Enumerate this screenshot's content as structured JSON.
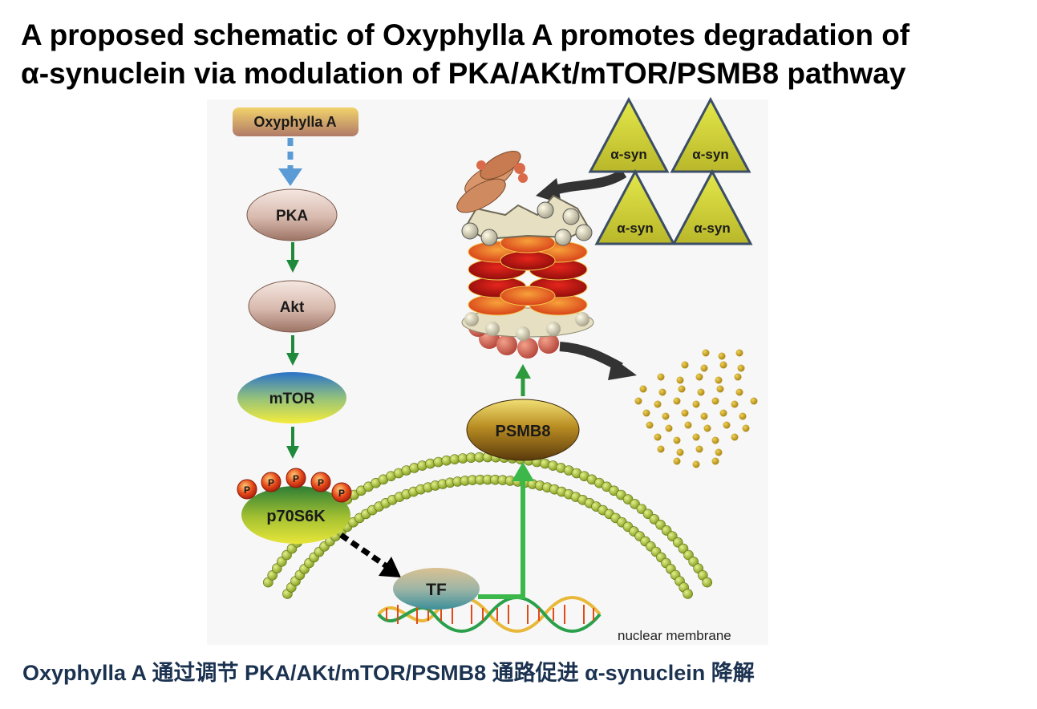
{
  "title": {
    "line1": "A proposed schematic of Oxyphylla A promotes degradation of",
    "line2": "α-synuclein via modulation of PKA/AKt/mTOR/PSMB8 pathway"
  },
  "diagram": {
    "nodes": {
      "oxyphylla": "Oxyphylla A",
      "pka": "PKA",
      "akt": "Akt",
      "mtor": "mTOR",
      "p70s6k": "p70S6K",
      "phospho": "P",
      "tf": "TF",
      "psmb8": "PSMB8",
      "asyn": "α-syn"
    },
    "membrane_label": "nuclear membrane"
  },
  "caption": "Oxyphylla A 通过调节 PKA/AKt/mTOR/PSMB8 通路促进 α-synuclein 降解",
  "colors": {
    "title": "#000000",
    "caption": "#1b3250",
    "arrow_green": "#1f8a3c",
    "arrow_bright_green": "#3cb84a",
    "arrow_blue": "#5b9bd5",
    "triangle_fill": "#c9cc2a",
    "membrane_bead": "#9bbb2a"
  }
}
